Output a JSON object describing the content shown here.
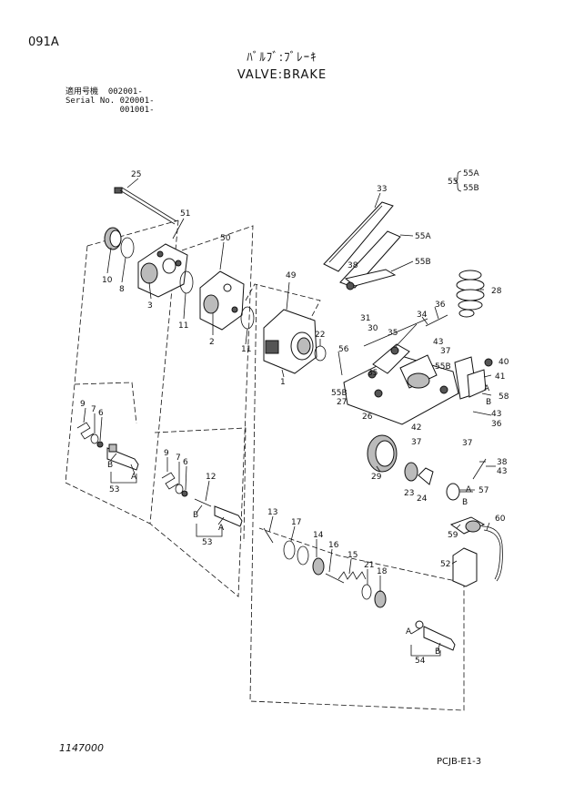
{
  "header": {
    "page_code": "091A",
    "title_jp": "ﾊﾞﾙﾌﾞ:ﾌﾞﾚｰｷ",
    "title_en": "VALVE:BRAKE",
    "serial_rows": [
      "適用号機  002001-",
      "Serial No. 020001-",
      "           001001-"
    ]
  },
  "legend": {
    "ref": "55",
    "items": [
      "55A",
      "55B"
    ]
  },
  "callouts": {
    "c25": "25",
    "c51": "51",
    "c50": "50",
    "c49": "49",
    "c33": "33",
    "c10": "10",
    "c8": "8",
    "c3": "3",
    "c11a": "11",
    "c2": "2",
    "c11b": "11",
    "c1": "1",
    "c22": "22",
    "c56": "56",
    "c55A": "55A",
    "c55B": "55B",
    "c38a": "38",
    "c28": "28",
    "c36a": "36",
    "c34": "34",
    "c31": "31",
    "c30": "30",
    "c35a": "35",
    "c43a": "43",
    "c37a": "37",
    "c55Bb": "55B",
    "c40": "40",
    "c41": "41",
    "c35b": "35",
    "c55Bc": "55B",
    "c27": "27",
    "c58": "58",
    "cA1": "A",
    "cB1": "B",
    "c43b": "43",
    "c36b": "36",
    "c26": "26",
    "c42": "42",
    "c37b": "37",
    "c37c": "37",
    "c29": "29",
    "c38b": "38",
    "c43c": "43",
    "c23": "23",
    "c24": "24",
    "cA2": "A",
    "c57": "57",
    "cB2": "B",
    "c59": "59",
    "c60": "60",
    "c52": "52",
    "c9a": "9",
    "c7a": "7",
    "c6a": "6",
    "cBa": "B",
    "cAa": "A",
    "c53a": "53",
    "c9b": "9",
    "c7b": "7",
    "c6b": "6",
    "c12": "12",
    "cBb": "B",
    "cAb": "A",
    "c53b": "53",
    "c13": "13",
    "c17": "17",
    "c14": "14",
    "c16": "16",
    "c15": "15",
    "c21": "21",
    "c18": "18",
    "cAc": "A",
    "cBc": "B",
    "c54": "54"
  },
  "footer": {
    "left_code": "1147000",
    "right_code": "PCJB-E1-3"
  }
}
